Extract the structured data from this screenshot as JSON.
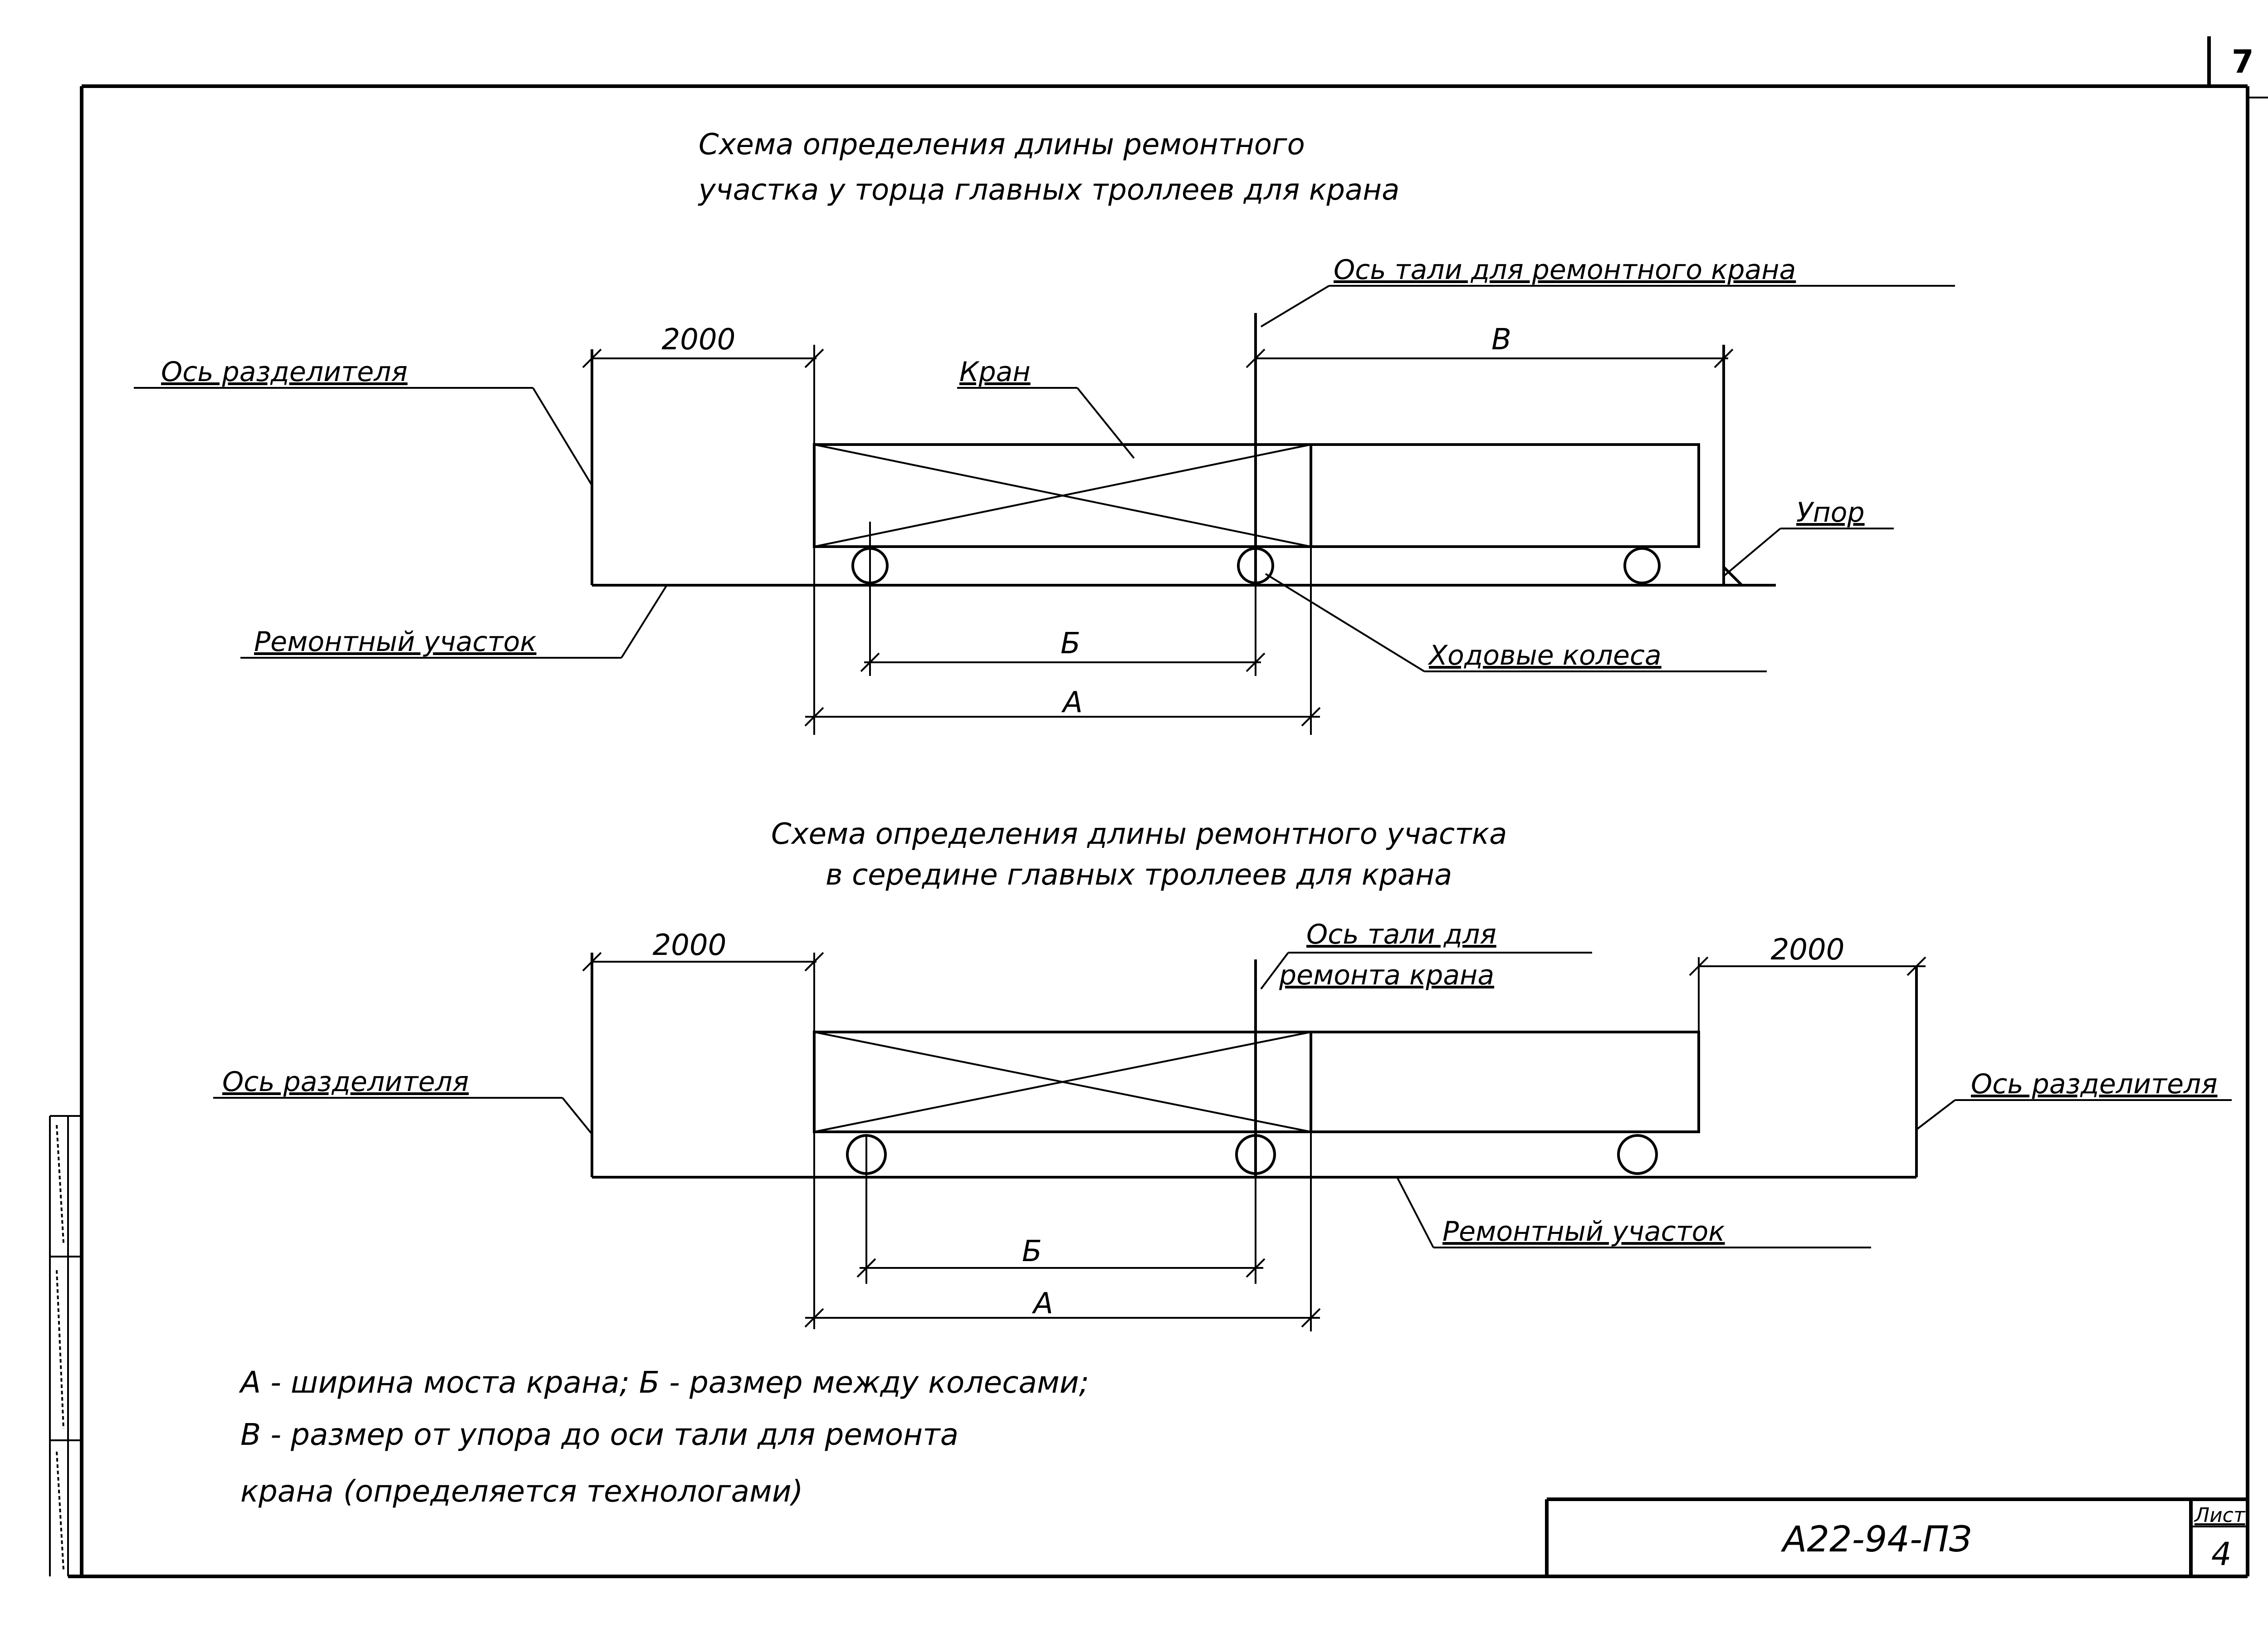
{
  "sheet_number_corner": "7",
  "diagram1": {
    "title_line1": "Схема определения длины ремонтного",
    "title_line2": "участка у торца главных троллеев для крана",
    "label_hoist_axis": "Ось тали для ремонтного крана",
    "label_divider_axis": "Ось разделителя",
    "label_crane": "Кран",
    "label_stop": "Упор",
    "label_repair_section": "Ремонтный участок",
    "label_wheels": "Ходовые колеса",
    "dim_2000": "2000",
    "dim_V": "В",
    "dim_B": "Б",
    "dim_A": "А"
  },
  "diagram2": {
    "title_line1": "Схема определения длины ремонтного участка",
    "title_line2": "в середине главных троллеев для крана",
    "label_hoist_axis_line1": "Ось тали для",
    "label_hoist_axis_line2": "ремонта крана",
    "label_divider_axis_left": "Ось разделителя",
    "label_divider_axis_right": "Ось разделителя",
    "label_repair_section": "Ремонтный участок",
    "dim_2000_left": "2000",
    "dim_2000_right": "2000",
    "dim_B": "Б",
    "dim_A": "А"
  },
  "notes": {
    "line1": "А - ширина моста крана; Б - размер между колесами;",
    "line2": "В - размер от упора до оси тали для ремонта",
    "line3": "крана (определяется технологами)"
  },
  "title_block": {
    "document_code": "А22-94-ПЗ",
    "sheet_label": "Лист",
    "sheet_number": "4"
  }
}
